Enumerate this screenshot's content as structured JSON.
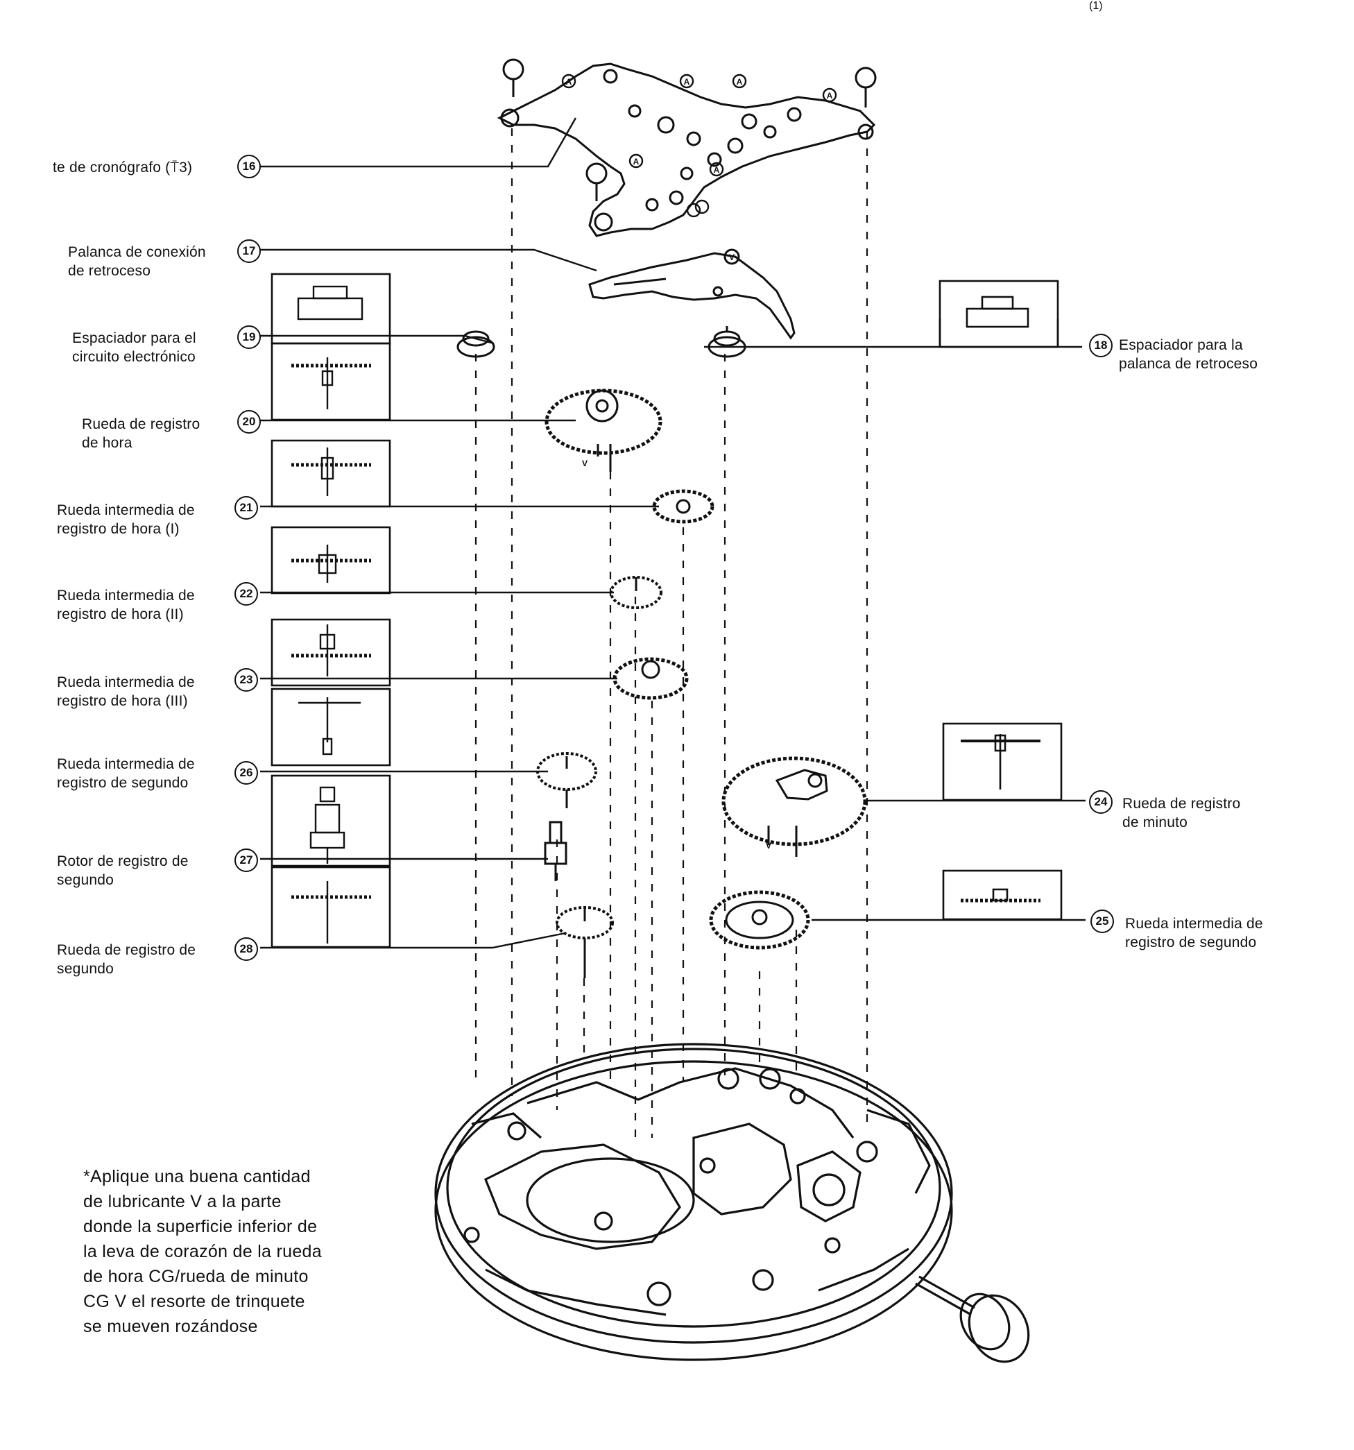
{
  "corner_mark": "(1)",
  "parts": [
    {
      "id": "p16",
      "number": "16",
      "lines": [
        "te de cronógrafo (⍑3)"
      ]
    },
    {
      "id": "p17",
      "number": "17",
      "lines": [
        "Palanca de conexión",
        "de retroceso"
      ]
    },
    {
      "id": "p18",
      "number": "18",
      "lines": [
        "Espaciador para la",
        "palanca de retroceso"
      ]
    },
    {
      "id": "p19",
      "number": "19",
      "lines": [
        "Espaciador para el",
        "circuito electrónico"
      ]
    },
    {
      "id": "p20",
      "number": "20",
      "lines": [
        "Rueda de registro",
        "de hora"
      ]
    },
    {
      "id": "p21",
      "number": "21",
      "lines": [
        "Rueda intermedia de",
        "registro de hora (I)"
      ]
    },
    {
      "id": "p22",
      "number": "22",
      "lines": [
        "Rueda intermedia de",
        "registro de hora (II)"
      ]
    },
    {
      "id": "p23",
      "number": "23",
      "lines": [
        "Rueda intermedia de",
        "registro de hora (III)"
      ]
    },
    {
      "id": "p24",
      "number": "24",
      "lines": [
        "Rueda de registro",
        "de minuto"
      ]
    },
    {
      "id": "p25",
      "number": "25",
      "lines": [
        "Rueda intermedia de",
        "registro de segundo"
      ]
    },
    {
      "id": "p26",
      "number": "26",
      "lines": [
        "Rueda intermedia de",
        "registro de segundo"
      ]
    },
    {
      "id": "p27",
      "number": "27",
      "lines": [
        "Rotor de registro de",
        "segundo"
      ]
    },
    {
      "id": "p28",
      "number": "28",
      "lines": [
        "Rueda de registro de",
        "segundo"
      ]
    }
  ],
  "marker_letters": {
    "a": "A",
    "v": "V"
  },
  "note": {
    "lines": [
      "*Aplique una buena cantidad",
      "de lubricante V a la parte",
      "donde la superficie inferior de",
      "la leva de corazón de la rueda",
      "de hora CG/rueda de minuto",
      "CG V el resorte de trinquete",
      "se mueven rozándose"
    ]
  }
}
